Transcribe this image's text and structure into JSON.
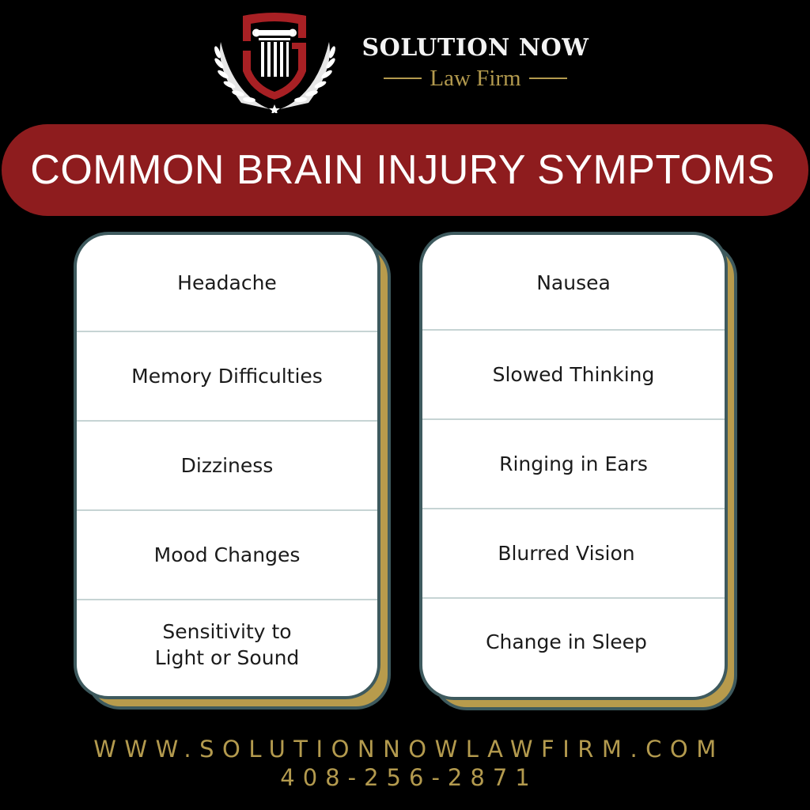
{
  "brand": {
    "name": "SOLUTION NOW",
    "subtitle": "Law Firm",
    "logo_icon": "shield-pillar-laurel-icon",
    "colors": {
      "red": "#8e1c1e",
      "gold": "#b39a4e",
      "white": "#f3f3f3"
    }
  },
  "banner": {
    "title": "COMMON BRAIN INJURY SYMPTOMS",
    "color": "#8e1c1e"
  },
  "columns": [
    {
      "items": [
        "Headache",
        "Memory Difficulties",
        "Dizziness",
        "Mood Changes",
        "Sensitivity to\nLight or Sound"
      ]
    },
    {
      "items": [
        "Nausea",
        "Slowed Thinking",
        "Ringing in Ears",
        "Blurred Vision",
        "Change in Sleep"
      ]
    }
  ],
  "footer": {
    "website": "WWW.SOLUTIONNOWLAWFIRM.COM",
    "phone": "408-256-2871"
  }
}
